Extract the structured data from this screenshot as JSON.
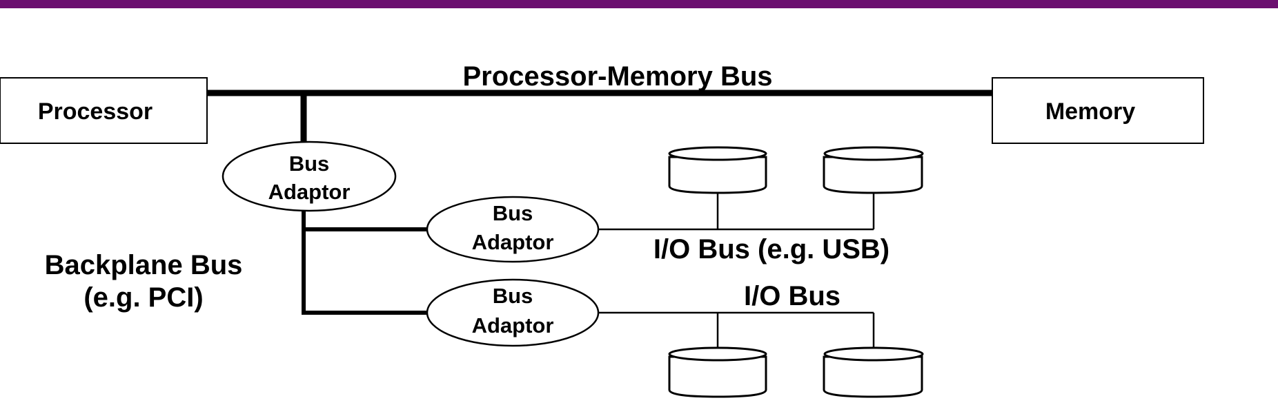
{
  "colors": {
    "top_bar": "#6b0f6f",
    "ink": "#000000",
    "background": "#ffffff"
  },
  "labels": {
    "processor": "Processor",
    "memory": "Memory",
    "processor_memory_bus": "Processor-Memory Bus",
    "backplane_bus_line1": "Backplane Bus",
    "backplane_bus_line2": "(e.g. PCI)",
    "io_bus_usb": "I/O Bus (e.g. USB)",
    "io_bus": "I/O Bus"
  },
  "adaptors": [
    {
      "line1": "Bus",
      "line2": "Adaptor"
    },
    {
      "line1": "Bus",
      "line2": "Adaptor"
    },
    {
      "line1": "Bus",
      "line2": "Adaptor"
    }
  ],
  "disk_icons": [
    "disk-icon",
    "disk-icon",
    "disk-icon",
    "disk-icon"
  ]
}
